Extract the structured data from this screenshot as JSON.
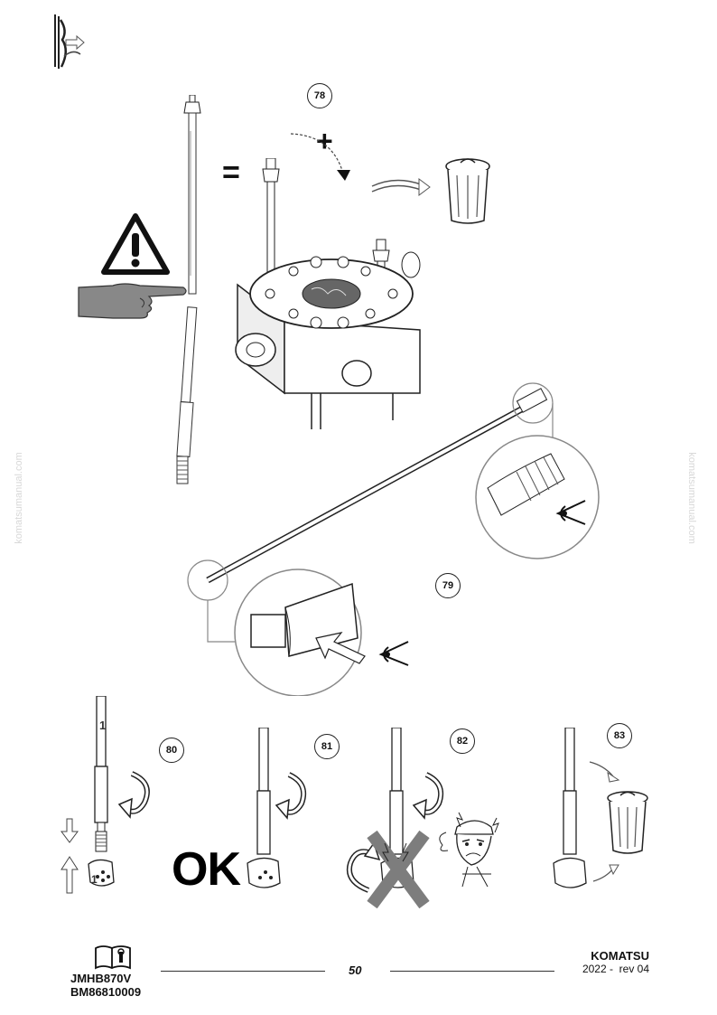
{
  "steps": [
    "78",
    "79",
    "80",
    "81",
    "82",
    "83"
  ],
  "symbols": {
    "equals": "=",
    "plus": "+",
    "part_label": "1",
    "ok": "OK"
  },
  "icons": [
    "manual-section-icon",
    "warning-triangle-icon",
    "pointing-hand-icon",
    "trash-bin-icon",
    "eye-icon",
    "rotation-arrow-icon",
    "cross-mark-icon",
    "angry-mechanic-icon",
    "book-wrench-icon"
  ],
  "watermark": "komatsumanual.com",
  "footer": {
    "doc_code_1": "JMHB870V",
    "doc_code_2": "BM86810009",
    "page": "50",
    "brand": "KOMATSU",
    "revision": "2022 -  rev 04"
  }
}
